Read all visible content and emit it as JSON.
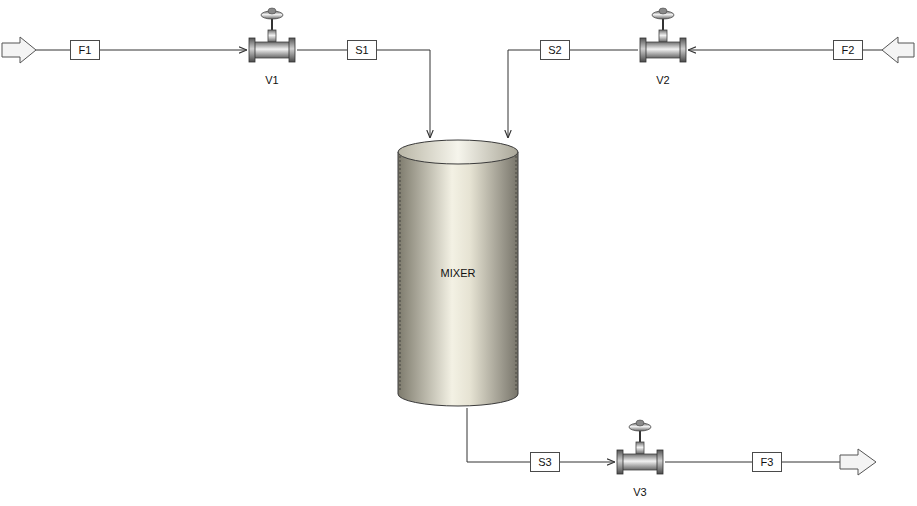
{
  "diagram": {
    "nodes": [
      {
        "text": [
          "F1"
        ]
      },
      {
        "text": [
          "V1"
        ]
      },
      {
        "text": [
          "S1"
        ]
      },
      {
        "text": [
          "S2"
        ]
      },
      {
        "text": [
          "V2"
        ]
      },
      {
        "text": [
          "F2"
        ]
      },
      {
        "text": [
          "MIXER"
        ]
      },
      {
        "text": [
          "S3"
        ]
      },
      {
        "text": [
          "V3"
        ]
      },
      {
        "text": [
          "F3"
        ]
      }
    ],
    "edges": [
      {
        "from": 0,
        "to": 1,
        "arrow": "to"
      },
      {
        "from": 1,
        "to": 2,
        "arrow": "none"
      },
      {
        "from": 2,
        "to": 6,
        "arrow": "to"
      },
      {
        "from": 5,
        "to": 4,
        "arrow": "to"
      },
      {
        "from": 4,
        "to": 3,
        "arrow": "none"
      },
      {
        "from": 3,
        "to": 6,
        "arrow": "to"
      },
      {
        "from": 6,
        "to": 7,
        "arrow": "none"
      },
      {
        "from": 7,
        "to": 8,
        "arrow": "to"
      },
      {
        "from": 8,
        "to": 9,
        "arrow": "none"
      }
    ]
  }
}
